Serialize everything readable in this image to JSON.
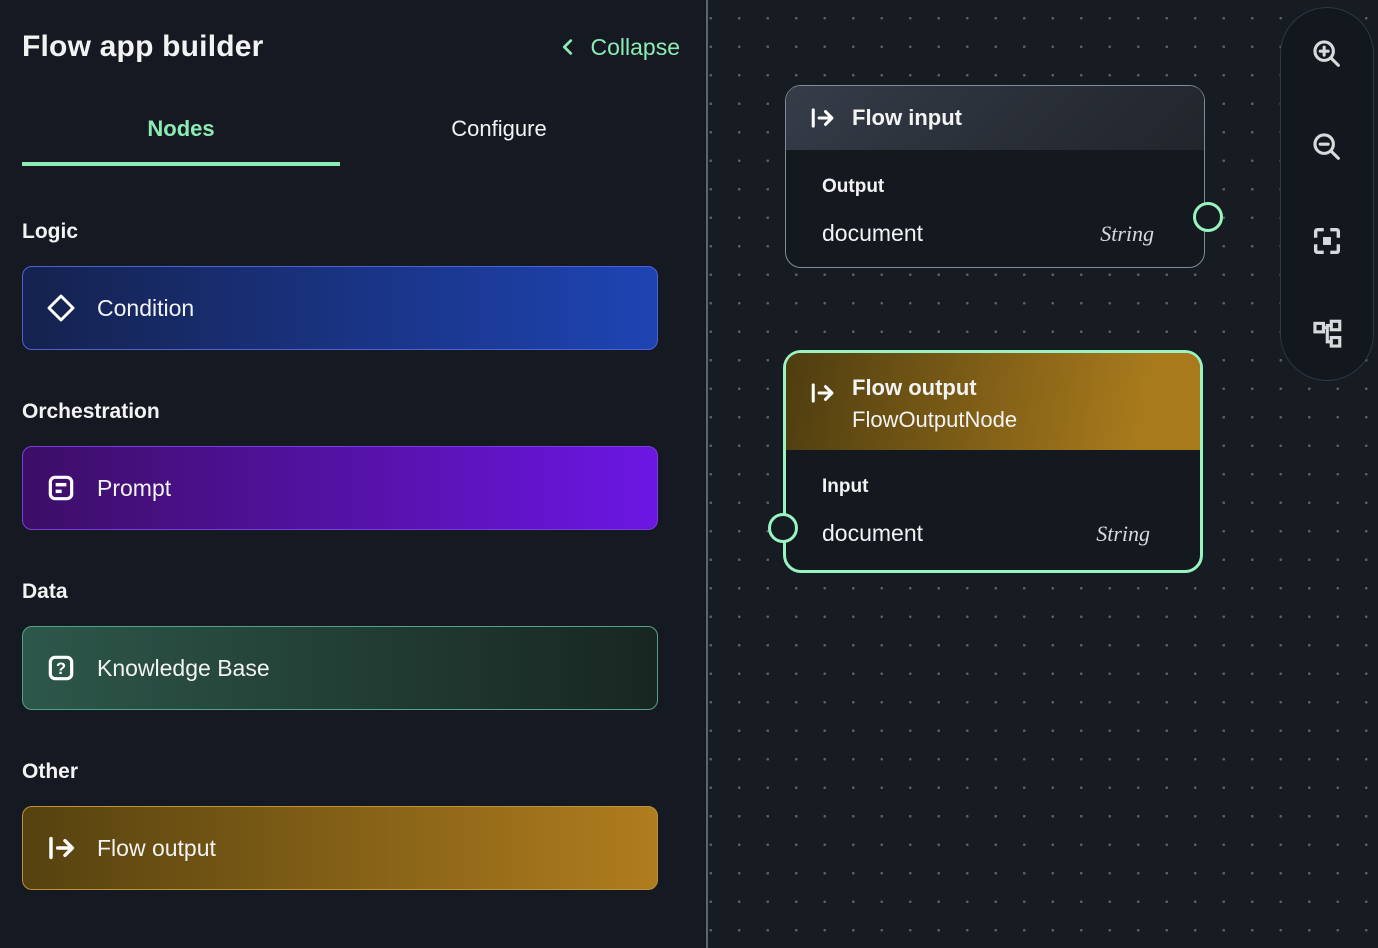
{
  "sidebar": {
    "title": "Flow app builder",
    "collapse_label": "Collapse",
    "tabs": [
      {
        "label": "Nodes",
        "active": true
      },
      {
        "label": "Configure",
        "active": false
      }
    ],
    "sections": [
      {
        "heading": "Logic",
        "items": [
          {
            "label": "Condition",
            "icon": "condition-diamond-icon"
          }
        ]
      },
      {
        "heading": "Orchestration",
        "items": [
          {
            "label": "Prompt",
            "icon": "prompt-document-icon"
          }
        ]
      },
      {
        "heading": "Data",
        "items": [
          {
            "label": "Knowledge Base",
            "icon": "knowledge-base-icon"
          }
        ]
      },
      {
        "heading": "Other",
        "items": [
          {
            "label": "Flow output",
            "icon": "flow-output-icon"
          }
        ]
      }
    ]
  },
  "canvas": {
    "nodes": [
      {
        "title": "Flow input",
        "subtitle": "",
        "section_label": "Output",
        "field": {
          "name": "document",
          "type": "String"
        },
        "connector_side": "right",
        "selected": false
      },
      {
        "title": "Flow output",
        "subtitle": "FlowOutputNode",
        "section_label": "Input",
        "field": {
          "name": "document",
          "type": "String"
        },
        "connector_side": "left",
        "selected": true
      }
    ],
    "toolbar": {
      "buttons": [
        {
          "icon": "zoom-in-icon"
        },
        {
          "icon": "zoom-out-icon"
        },
        {
          "icon": "fit-view-icon"
        },
        {
          "icon": "auto-layout-icon"
        }
      ]
    }
  },
  "colors": {
    "sidebar_background": "#151a22",
    "canvas_background": "#171b22",
    "accent_mint": "#8ceab4",
    "selected_node_border": "#98f4c1",
    "text_primary": "#f2f3f3",
    "condition_gradient": [
      "#15224e",
      "#1e44b4"
    ],
    "condition_border": "#4d62d9",
    "prompt_gradient": [
      "#3c0e66",
      "#6c16e3"
    ],
    "prompt_border": "#7b3be0",
    "knowledge_base_gradient": [
      "#2d574a",
      "#182621"
    ],
    "knowledge_base_border": "#53a287",
    "flow_output_gradient": [
      "#55420f",
      "#b07d1e"
    ],
    "flow_output_border": "#c09138",
    "node_header_slate": [
      "#363d49",
      "#21252c"
    ],
    "node_header_gold": [
      "#4e3d10",
      "#a87a1c"
    ]
  }
}
